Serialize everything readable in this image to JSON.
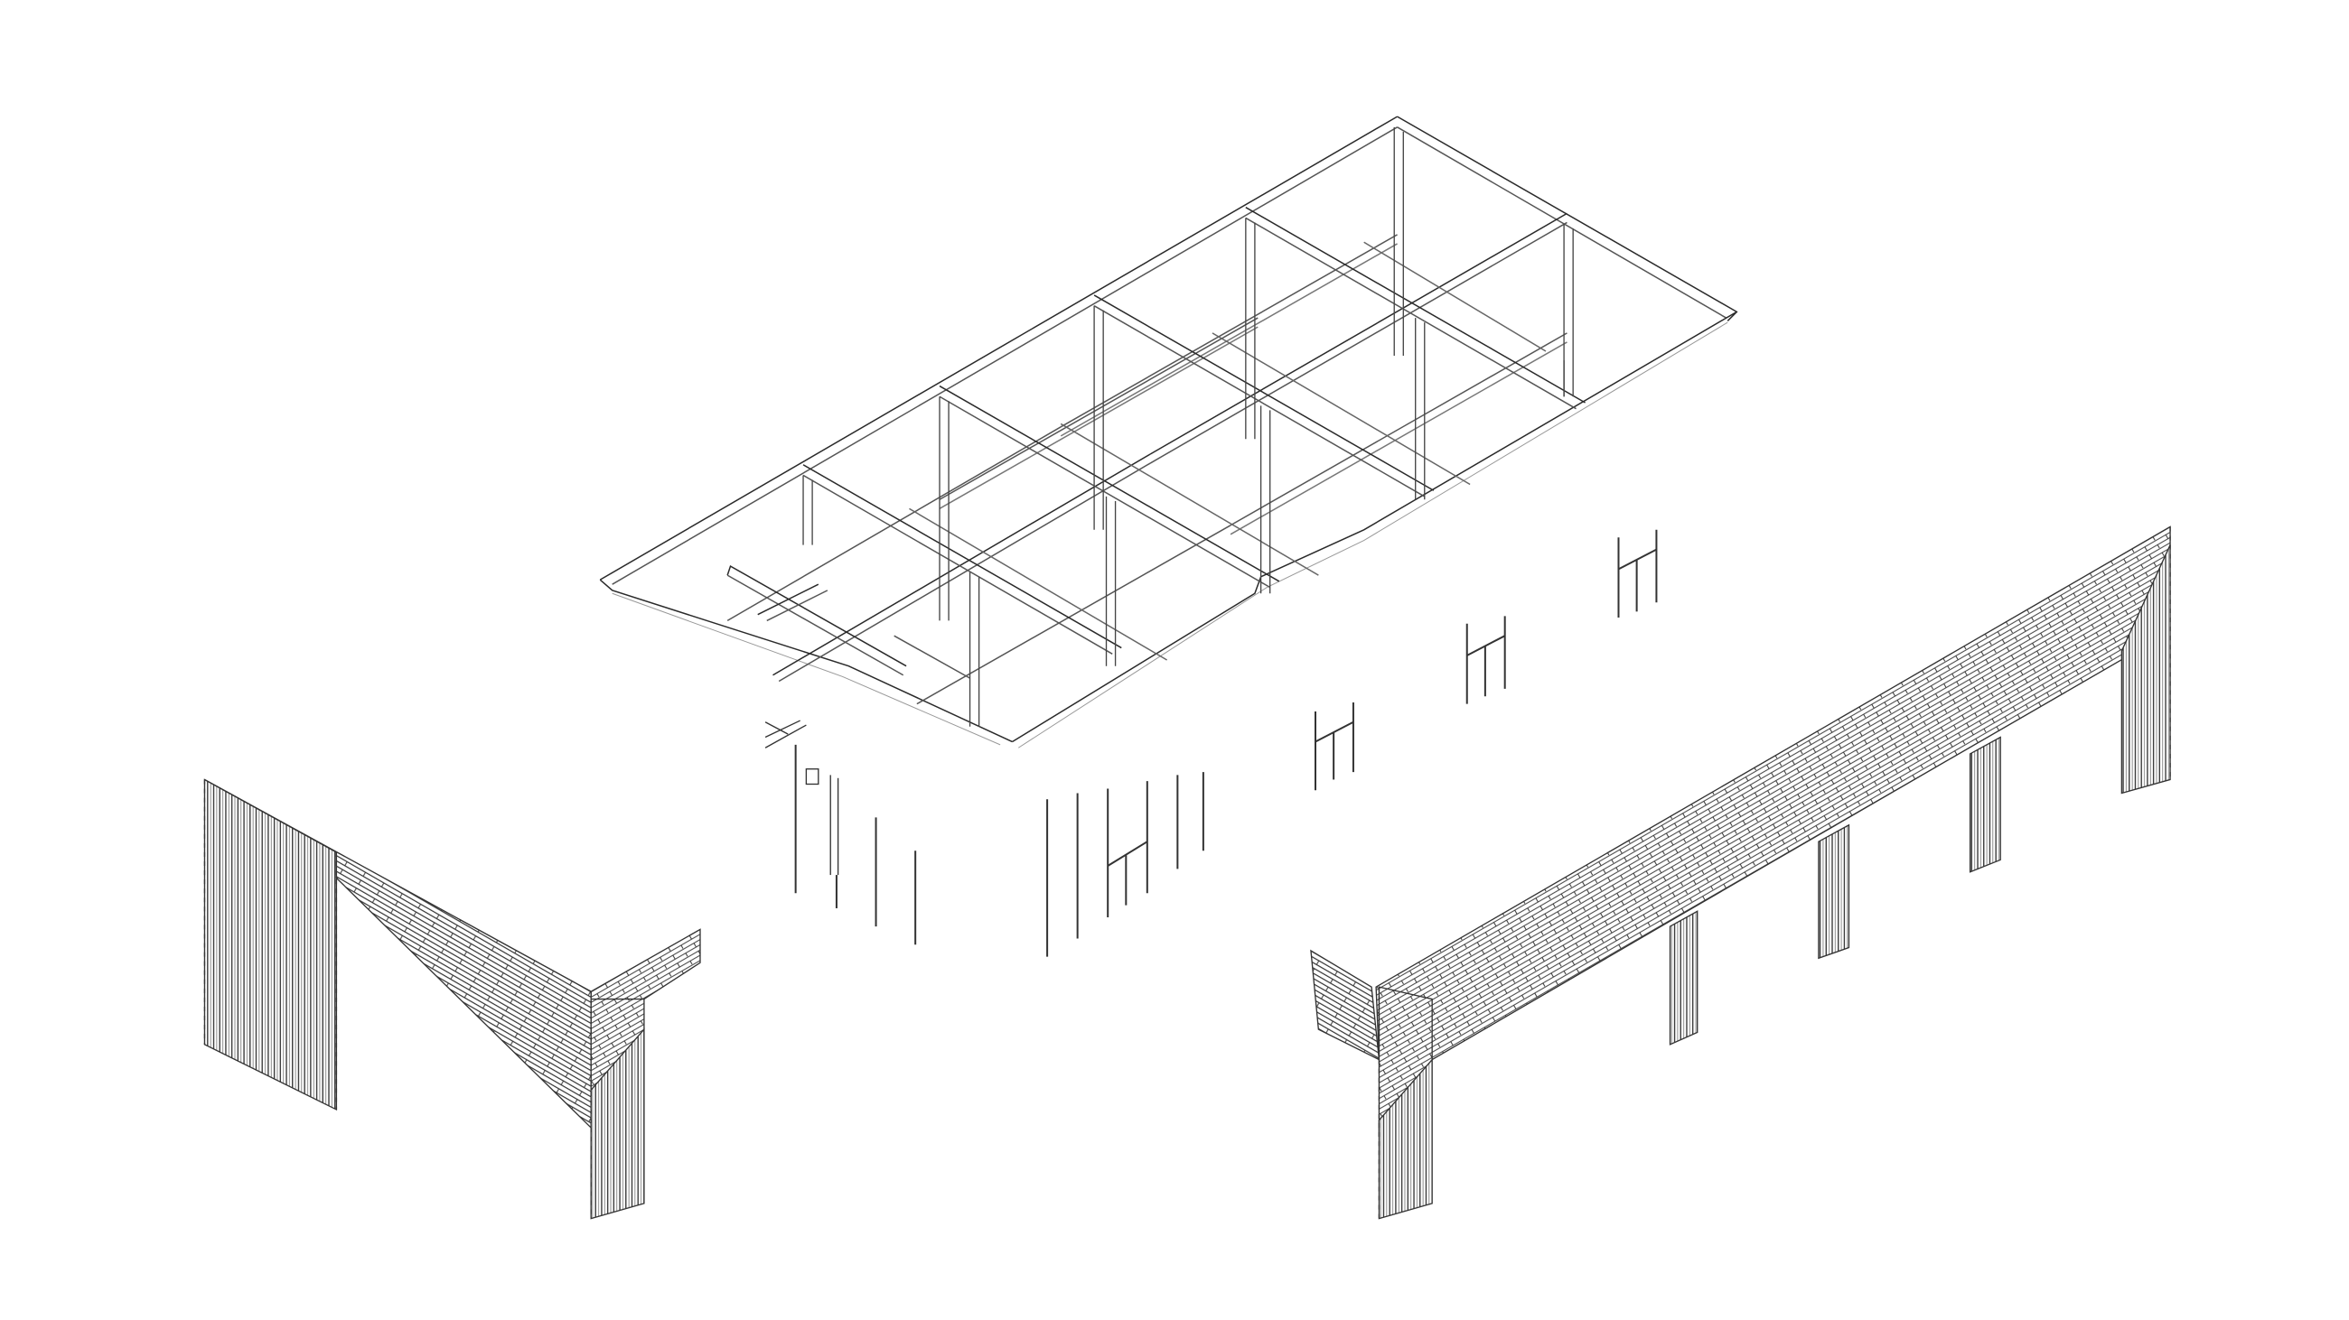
{
  "diagram": {
    "type": "exploded-axonometric",
    "background": "#ffffff",
    "line_color": "#2a2a2a",
    "components": [
      {
        "id": "roof-frame",
        "description": "timber roof grid frame, 5 bays x 2 bays, with hanging posts"
      },
      {
        "id": "columns",
        "description": "loose vertical posts and H-frame members between roof and walls"
      },
      {
        "id": "left-wall",
        "description": "left gable wall: vertical slatted panel, sloped brick band and corner pier"
      },
      {
        "id": "right-wall",
        "description": "right long wall: sloped brick band with five piers"
      }
    ]
  }
}
